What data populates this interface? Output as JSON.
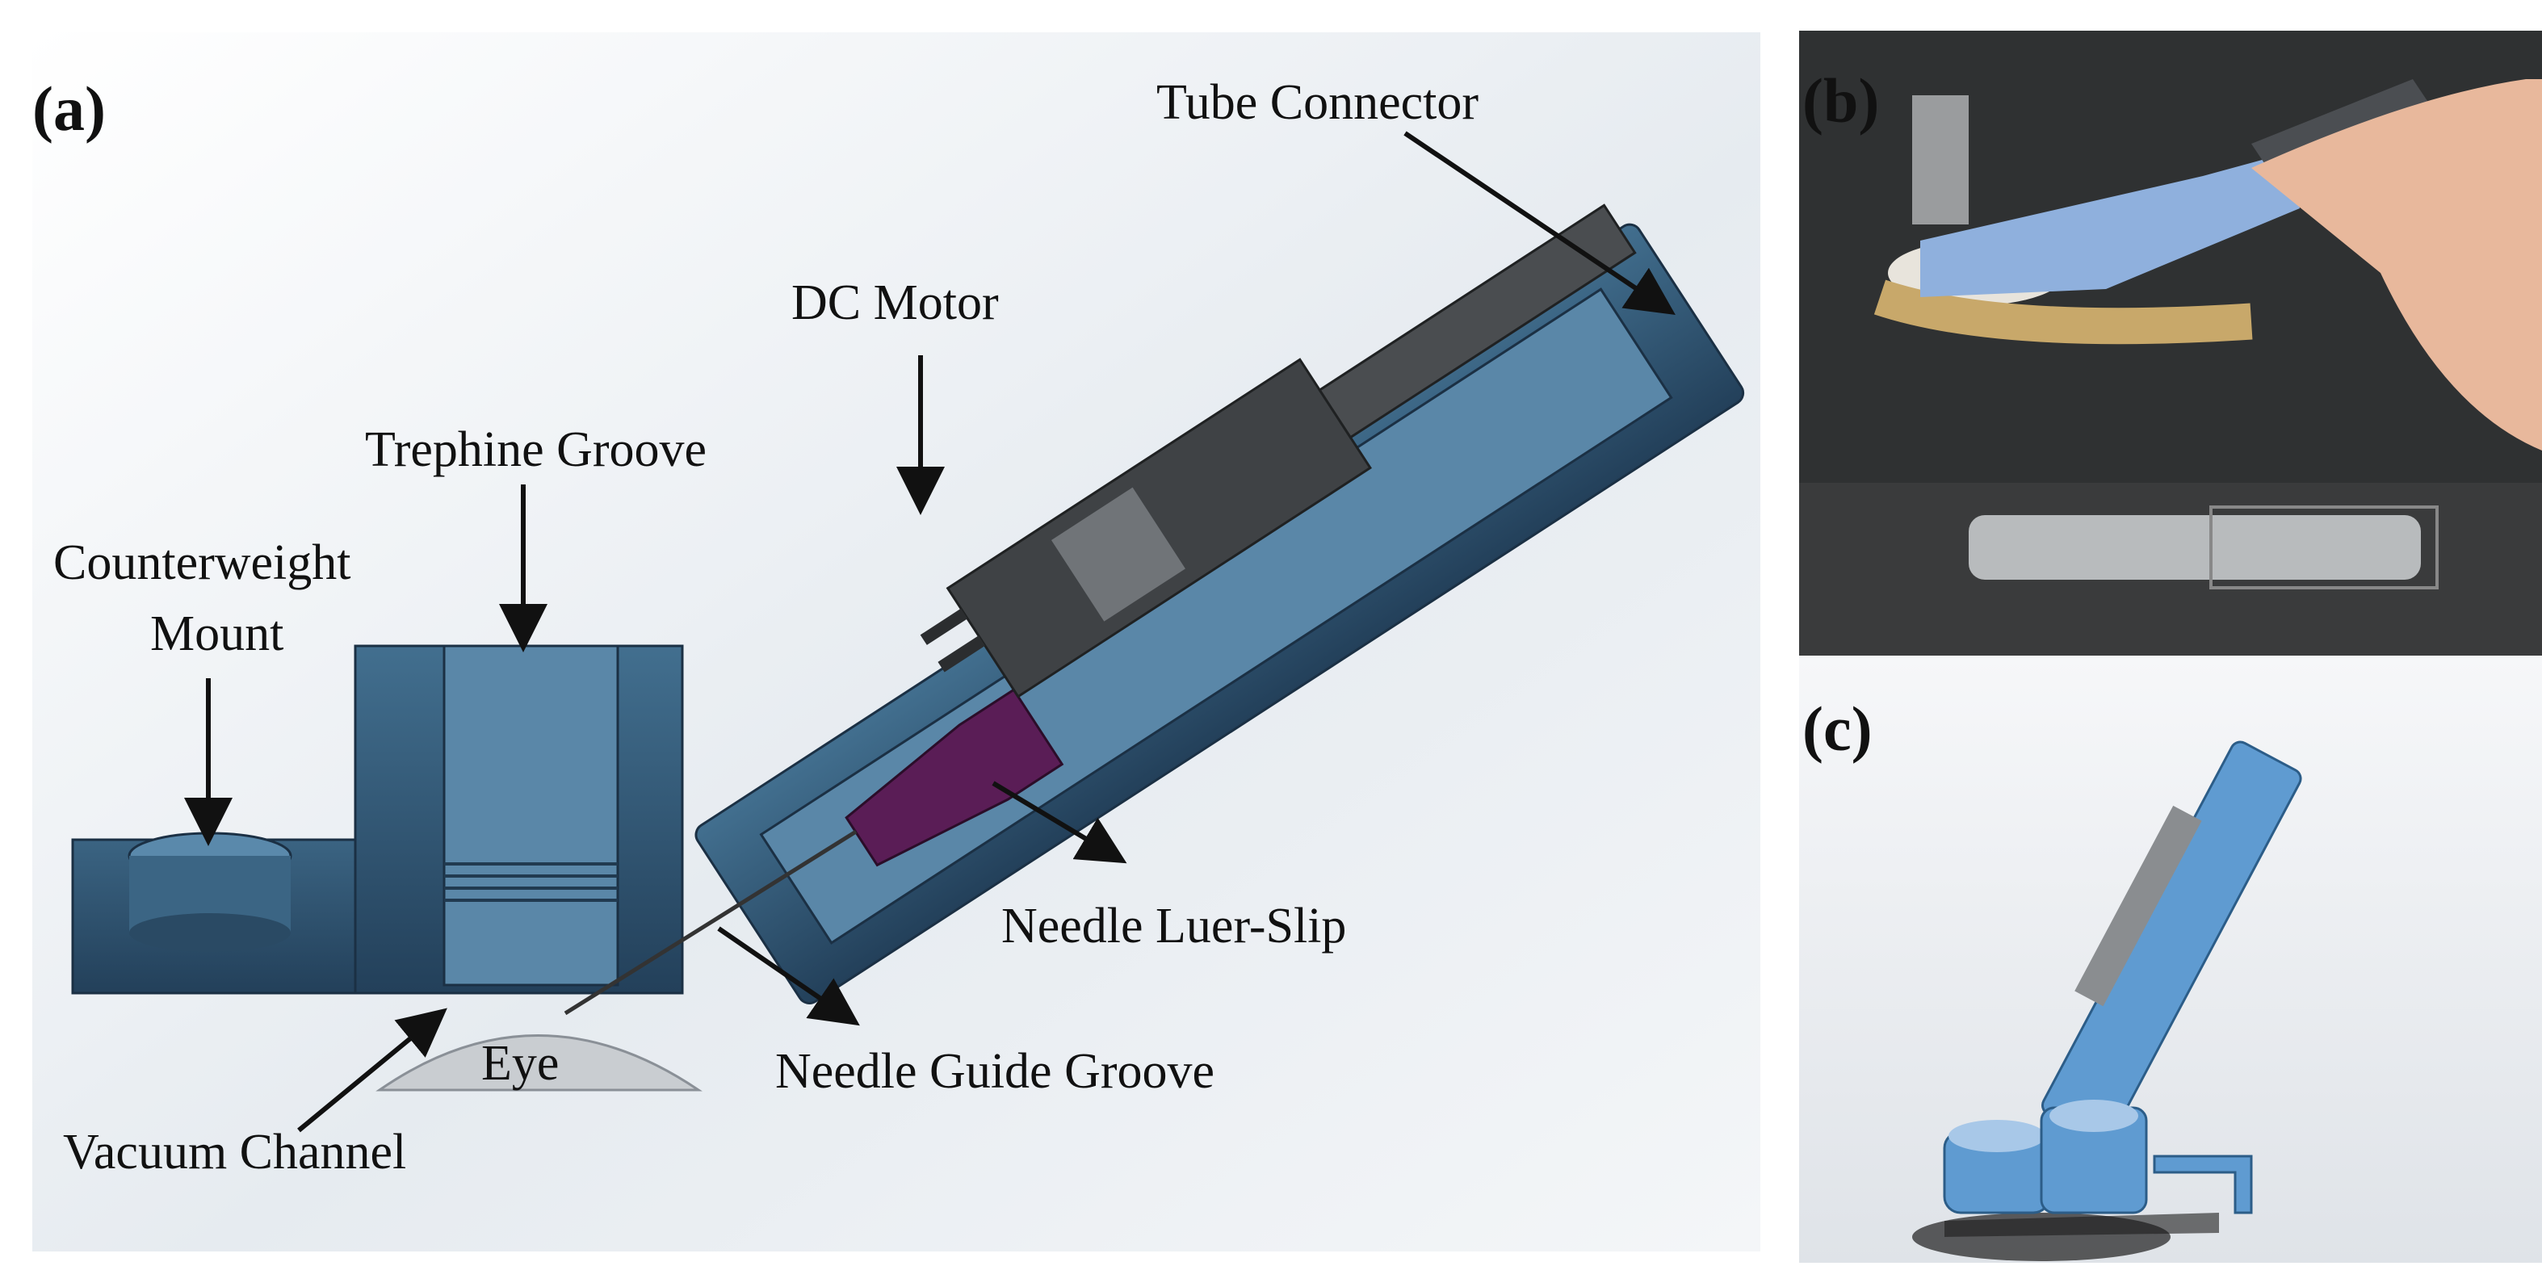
{
  "panels": {
    "a": "(a)",
    "b": "(b)",
    "c": "(c)"
  },
  "labels": {
    "tube_connector": "Tube Connector",
    "dc_motor": "DC Motor",
    "trephine_groove": "Trephine Groove",
    "counterweight_mount_line1": "Counterweight",
    "counterweight_mount_line2": "Mount",
    "needle_luer_slip": "Needle Luer-Slip",
    "needle_guide_groove": "Needle Guide Groove",
    "eye": "Eye",
    "vacuum_channel": "Vacuum Channel"
  },
  "colors": {
    "housing_blue": "#2f4f6a",
    "housing_light": "#4b7596",
    "motor_gray": "#3f4245",
    "luer_purple": "#5a1d56",
    "eye_gray": "#c9cdd1",
    "photo_bg": "#2b2b2b",
    "print_blue": "#7fa3cf",
    "render_blue": "#5f9bd1"
  }
}
